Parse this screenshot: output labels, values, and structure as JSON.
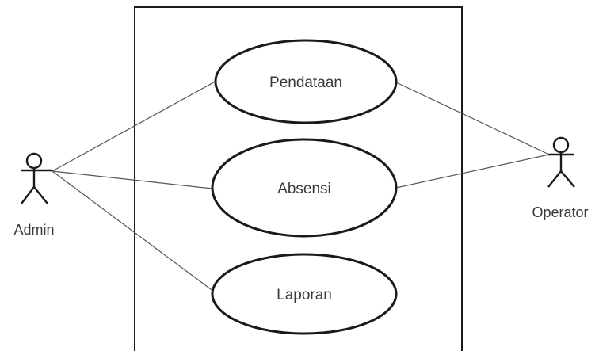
{
  "diagram": {
    "actors": [
      {
        "id": "admin",
        "label": "Admin"
      },
      {
        "id": "operator",
        "label": "Operator"
      }
    ],
    "use_cases": [
      {
        "id": "pendataan",
        "label": "Pendataan"
      },
      {
        "id": "absensi",
        "label": "Absensi"
      },
      {
        "id": "laporan",
        "label": "Laporan"
      }
    ],
    "associations": [
      {
        "from": "admin",
        "to": "pendataan"
      },
      {
        "from": "admin",
        "to": "absensi"
      },
      {
        "from": "admin",
        "to": "laporan"
      },
      {
        "from": "operator",
        "to": "pendataan"
      },
      {
        "from": "operator",
        "to": "absensi"
      }
    ],
    "colors": {
      "stroke": "#1a1a1a",
      "line": "#555555",
      "text": "#3a3a3a",
      "background": "#ffffff"
    }
  }
}
